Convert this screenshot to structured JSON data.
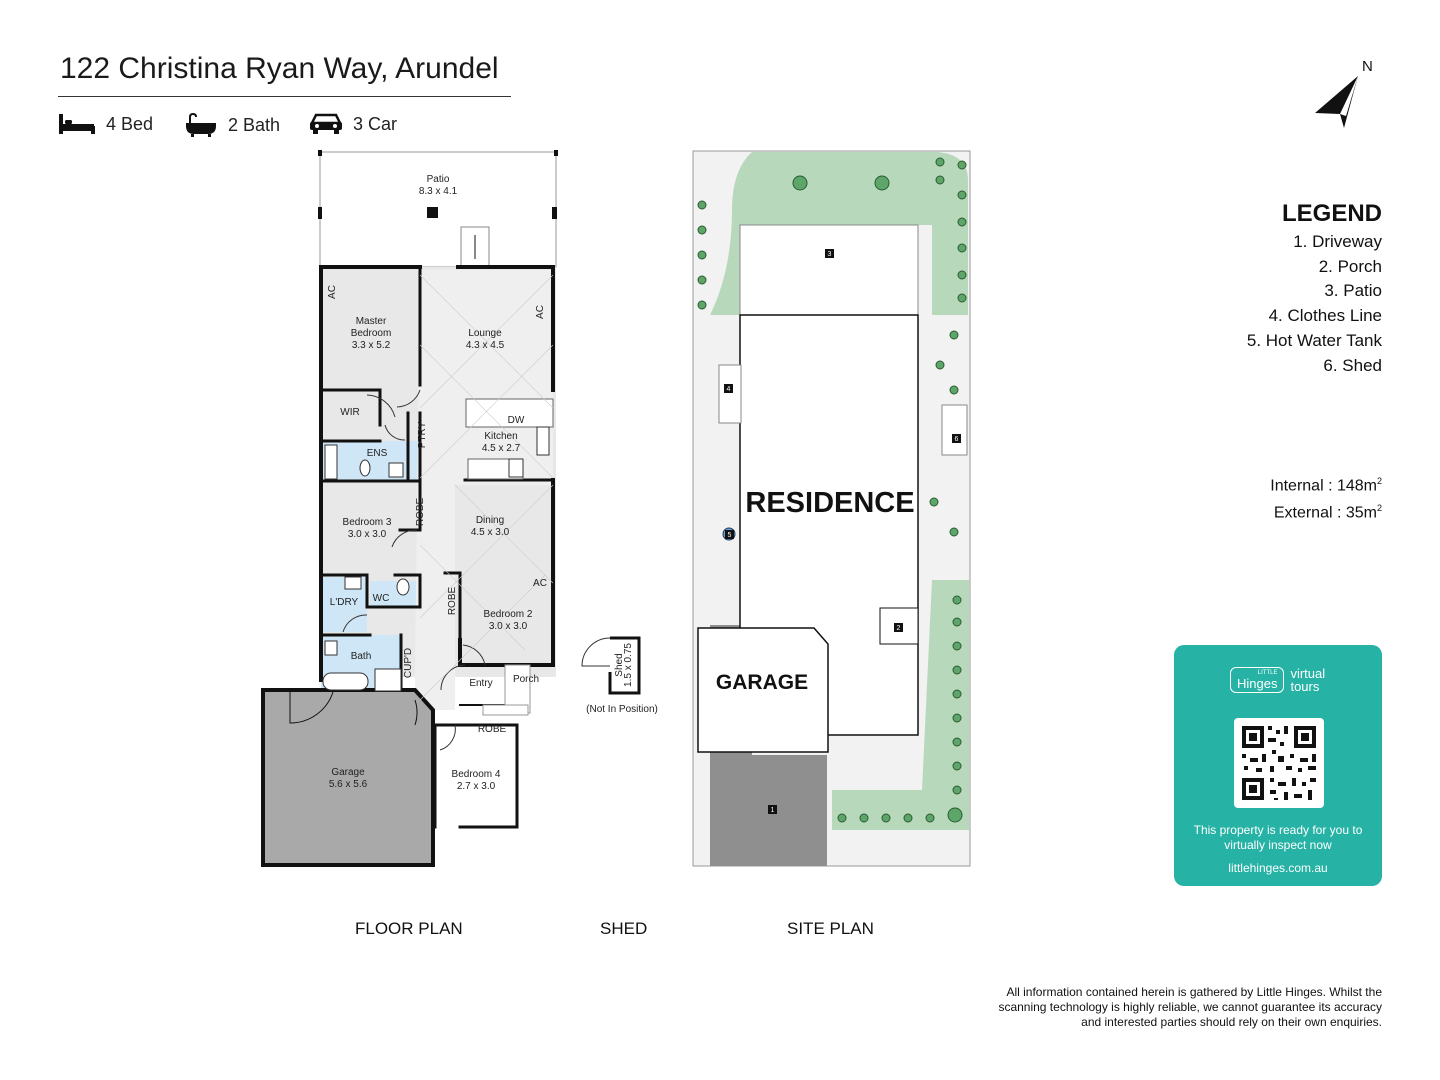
{
  "property": {
    "title": "122 Christina Ryan Way, Arundel",
    "specs": [
      {
        "icon": "bed-icon",
        "label": "4 Bed"
      },
      {
        "icon": "bath-icon",
        "label": "2 Bath"
      },
      {
        "icon": "car-icon",
        "label": "3 Car"
      }
    ]
  },
  "compass": {
    "label": "N"
  },
  "floor_plan": {
    "caption": "FLOOR PLAN",
    "rooms": {
      "patio": {
        "name": "Patio",
        "size": "8.3 x 4.1"
      },
      "master": {
        "name1": "Master",
        "name2": "Bedroom",
        "size": "3.3 x 5.2"
      },
      "lounge": {
        "name": "Lounge",
        "size": "4.3 x 4.5"
      },
      "wir": {
        "name": "WIR"
      },
      "ptry": {
        "name": "PTRY"
      },
      "kitchen": {
        "name": "Kitchen",
        "size": "4.5 x 2.7"
      },
      "dw": {
        "name": "DW"
      },
      "ens": {
        "name": "ENS"
      },
      "bed3": {
        "name": "Bedroom 3",
        "size": "3.0 x 3.0"
      },
      "robe_b3": {
        "name": "ROBE"
      },
      "dining": {
        "name": "Dining",
        "size": "4.5 x 3.0"
      },
      "ldry": {
        "name": "L'DRY"
      },
      "wc": {
        "name": "WC"
      },
      "robe_b2": {
        "name": "ROBE"
      },
      "bed2": {
        "name": "Bedroom 2",
        "size": "3.0 x 3.0"
      },
      "bath": {
        "name": "Bath"
      },
      "cupd": {
        "name": "CUP'D"
      },
      "entry": {
        "name": "Entry"
      },
      "porch": {
        "name": "Porch"
      },
      "robe_b4": {
        "name": "ROBE"
      },
      "garage": {
        "name": "Garage",
        "size": "5.6 x 5.6"
      },
      "bed4": {
        "name": "Bedroom 4",
        "size": "2.7 x 3.0"
      },
      "ac": {
        "name": "AC"
      }
    }
  },
  "shed": {
    "caption": "SHED",
    "name": "Shed",
    "size": "1.5 x 0.75",
    "note": "(Not In Position)"
  },
  "site_plan": {
    "caption": "SITE PLAN",
    "residence_label": "RESIDENCE",
    "garage_label": "GARAGE",
    "markers": [
      "1",
      "2",
      "3",
      "4",
      "5",
      "6"
    ]
  },
  "legend": {
    "title": "LEGEND",
    "items": [
      "1. Driveway",
      "2. Porch",
      "3. Patio",
      "4. Clothes Line",
      "5. Hot Water Tank",
      "6. Shed"
    ]
  },
  "areas": {
    "internal_label": "Internal  : 148m",
    "external_label": "External :   35m",
    "superscript": "2"
  },
  "promo": {
    "brand": "Hinges",
    "brand_small": "LITTLE",
    "tagline": "virtual tours",
    "message": "This property is ready for you to virtually inspect now",
    "url": "littlehinges.com.au",
    "color": "#26b3a6"
  },
  "disclaimer": "All information contained herein is gathered by Little Hinges. Whilst the scanning technology is highly reliable, we cannot guarantee its accuracy and interested parties should rely on their own enquiries.",
  "colors": {
    "wet_area": "#cfe6f7",
    "room_fill": "#e8e8e8",
    "garage_fill": "#a9a9a9",
    "lawn": "#b8d8bc",
    "accent": "#26b3a6"
  }
}
